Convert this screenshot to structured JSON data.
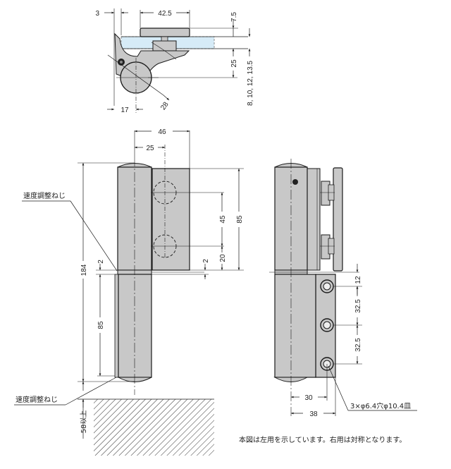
{
  "colors": {
    "part_fill": "#c8c8c8",
    "glass_fill": "#d6ebf7",
    "line": "#1a1a1a"
  },
  "top_view": {
    "dims": {
      "offset_3": "3",
      "plate_width": "42.5",
      "plate_thick": "7.5",
      "depth_25": "25",
      "glass_thick": "8, 10, 12, 13.5",
      "axis_17": "17",
      "radius_28": "28"
    }
  },
  "front_view": {
    "dims": {
      "width_46": "46",
      "hole_offset_25": "25",
      "hole_pitch_45": "45",
      "height_85_upper": "85",
      "bottom_20": "20",
      "gap_2_right": "2",
      "total_184": "184",
      "gap_2_left": "2",
      "height_85_lower": "85",
      "floor_clear": "58以上"
    },
    "labels": {
      "speed_screw_top": "速度調整ねじ",
      "speed_screw_bottom": "速度調整ねじ"
    }
  },
  "side_view": {
    "dims": {
      "top_12": "12",
      "pitch_1": "32.5",
      "pitch_2": "32.5",
      "hole_30": "30",
      "width_38": "38"
    },
    "labels": {
      "hole_spec": "3×φ6.4穴φ10.4皿"
    }
  },
  "note": "本図は左用を示しています。右用は対称となります。"
}
